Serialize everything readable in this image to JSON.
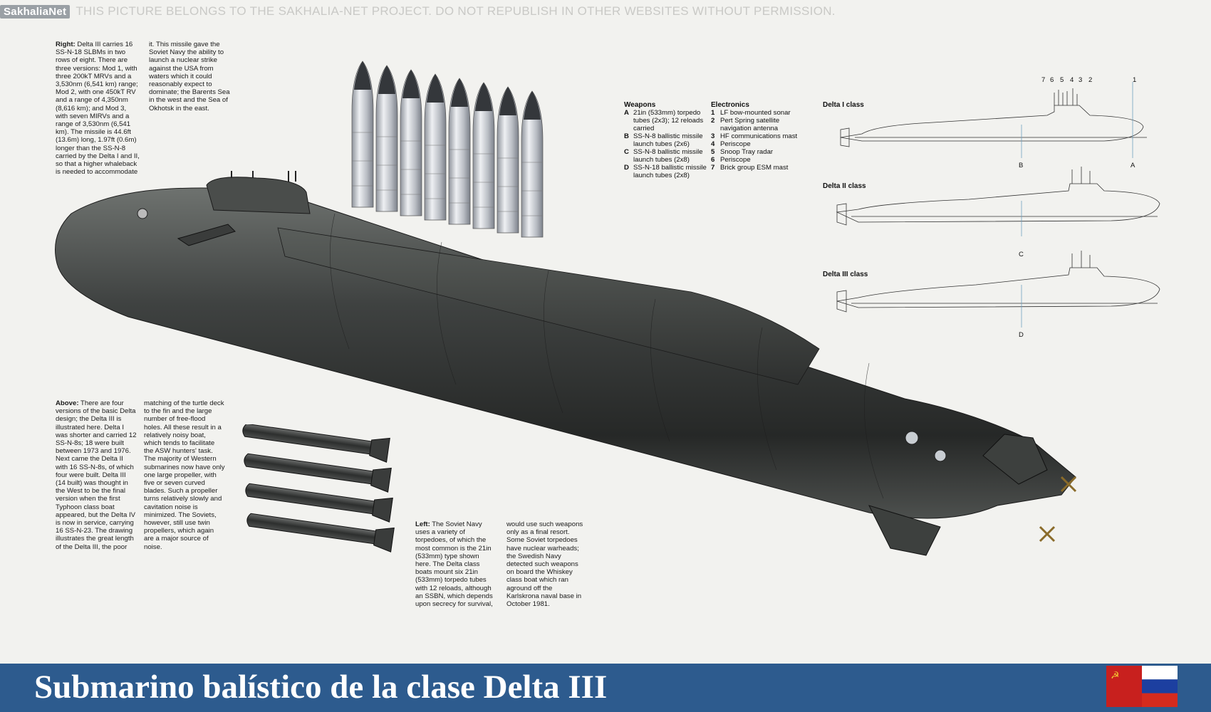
{
  "watermark": {
    "logo": "SakhaliaNet",
    "text": "THIS PICTURE BELONGS TO THE SAKHALIA-NET PROJECT. DO NOT REPUBLISH IN OTHER WEBSITES WITHOUT PERMISSION."
  },
  "right_caption": {
    "lead": "Right:",
    "col1": "Delta III carries 16 SS-N-18 SLBMs in two rows of eight. There are three versions: Mod 1, with three 200kT MRVs and a 3,530nm (6,541 km) range; Mod 2, with one 450kT RV and a range of 4,350nm (8,616 km); and Mod 3, with seven MIRVs and a range of 3,530nm (6,541 km). The missile is 44.6ft (13.6m) long, 1.97ft (0.6m) longer than the SS-N-8 carried by the Delta I and II, so that a higher whaleback is needed to accommodate",
    "col2": "it. This missile gave the Soviet Navy the ability to launch a nuclear strike against the USA from waters which it could reasonably expect to dominate; the Barents Sea in the west and the Sea of Okhotsk in the east."
  },
  "weapons": {
    "title": "Weapons",
    "items": [
      {
        "key": "A",
        "text": "21in (533mm) torpedo tubes (2x3); 12 reloads carried"
      },
      {
        "key": "B",
        "text": "SS-N-8 ballistic missile launch tubes (2x6)"
      },
      {
        "key": "C",
        "text": "SS-N-8 ballistic missile launch tubes (2x8)"
      },
      {
        "key": "D",
        "text": "SS-N-18 ballistic missile launch tubes (2x8)"
      }
    ]
  },
  "electronics": {
    "title": "Electronics",
    "items": [
      {
        "key": "1",
        "text": "LF bow-mounted sonar"
      },
      {
        "key": "2",
        "text": "Pert Spring satellite navigation antenna"
      },
      {
        "key": "3",
        "text": "HF communications mast"
      },
      {
        "key": "4",
        "text": "Periscope"
      },
      {
        "key": "5",
        "text": "Snoop Tray radar"
      },
      {
        "key": "6",
        "text": "Periscope"
      },
      {
        "key": "7",
        "text": "Brick group ESM mast"
      }
    ]
  },
  "profiles": [
    {
      "title": "Delta I class",
      "markers": [
        "B",
        "A"
      ]
    },
    {
      "title": "Delta II class",
      "markers": [
        "C"
      ]
    },
    {
      "title": "Delta III class",
      "markers": [
        "D"
      ]
    }
  ],
  "mast_numbers": [
    "7",
    "6",
    "5",
    "4",
    "3",
    "2",
    "1"
  ],
  "above_caption": {
    "lead": "Above:",
    "col1": "There are four versions of the basic Delta design; the Delta III is illustrated here. Delta I was shorter and carried 12 SS-N-8s; 18 were built between 1973 and 1976. Next came the Delta II with 16 SS-N-8s, of which four were built. Delta III (14 built) was thought in the West to be the final version when the first Typhoon class boat appeared, but the Delta IV is now in service, carrying 16 SS-N-23. The drawing illustrates the great length of the Delta III, the poor",
    "col2": "matching of the turtle deck to the fin and the large number of free-flood holes. All these result in a relatively noisy boat, which tends to facilitate the ASW hunters' task. The majority of Western submarines now have only one large propeller, with five or seven curved blades. Such a propeller turns relatively slowly and cavitation noise is minimized. The Soviets, however, still use twin propellers, which again are a major source of noise."
  },
  "left_caption": {
    "lead": "Left:",
    "col1": "The Soviet Navy uses a variety of torpedoes, of which the most common is the 21in (533mm) type shown here. The Delta class boats mount six 21in (533mm) torpedo tubes with 12 reloads, although an SSBN, which depends upon secrecy for survival,",
    "col2": "would use such weapons only as a final resort. Some Soviet torpedoes have nuclear warheads; the Swedish Navy detected such weapons on board the Whiskey class boat which ran aground off the Karlskrona naval base in October 1981."
  },
  "footer": {
    "title": "Submarino balístico de la clase Delta III"
  },
  "colors": {
    "footer_bg": "#2d5b8e",
    "hull": "#3b3d3c",
    "missile": "#c9ccd2"
  }
}
